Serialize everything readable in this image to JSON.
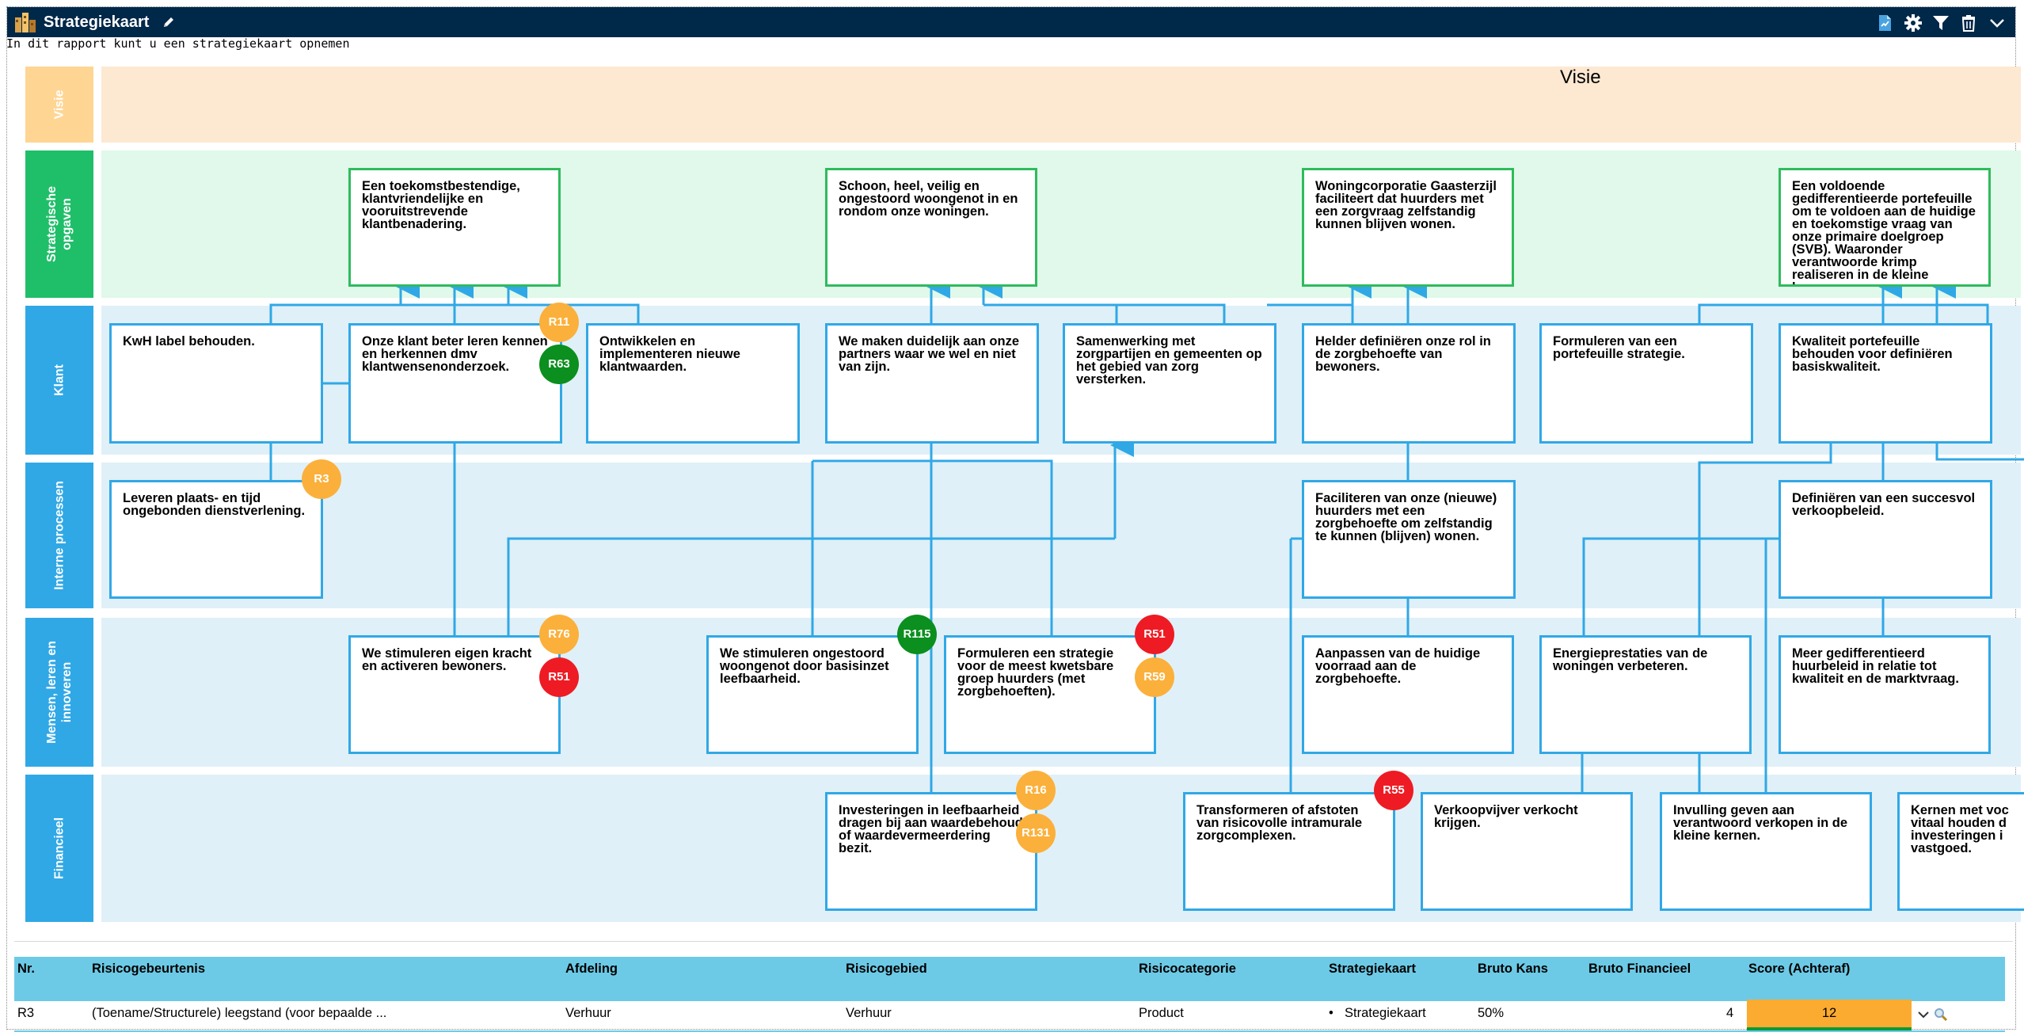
{
  "window": {
    "title": "Strategiekaart",
    "subtitle": "In dit rapport kunt u een strategiekaart opnemen"
  },
  "colors": {
    "titlebar": "#002849",
    "lane_visie": "#ffd593",
    "lane_strategisch": "#1fbf69",
    "lane_blue": "#30a8e6",
    "box_border": "#30a8e6",
    "box_border_goal": "#2fbb5d",
    "risk_orange": "#fbb03b",
    "risk_red": "#ee1b24",
    "risk_green": "#0b8f1e",
    "table_header": "#6dcae6"
  },
  "lanes": {
    "visie": "Visie",
    "strategisch": "Strategische\nopgaven",
    "klant": "Klant",
    "intern": "Interne processen",
    "mensen": "Mensen, leren en\ninnoveren",
    "financieel": "Financieel"
  },
  "vision_title": "Visie",
  "boxes": {
    "s1": "Een toekomstbestendige, klantvriendelijke en vooruitstrevende klantbenadering.",
    "s2": "Schoon, heel, veilig en ongestoord woongenot in en rondom onze woningen.",
    "s3": "Woningcorporatie Gaasterzijl faciliteert dat huurders met een zorgvraag zelfstandig kunnen blijven wonen.",
    "s4": "Een voldoende gedifferentieerde portefeuille om te voldoen aan de huidige en toekomstige vraag van onze primaire doelgroep (SVB). Waaronder verantwoorde krimp realiseren in de kleine kernen.",
    "k1": "KwH label behouden.",
    "k2": "Onze klant beter leren kennen en herkennen dmv klantwensenonderzoek.",
    "k3": "Ontwikkelen en implementeren nieuwe klantwaarden.",
    "k4": "We maken duidelijk aan onze partners waar we wel en niet van zijn.",
    "k5": "Samenwerking met zorgpartijen en gemeenten op het gebied van zorg versterken.",
    "k6": "Helder definiëren onze rol in de zorgbehoefte van bewoners.",
    "k7": "Formuleren van een portefeuille strategie.",
    "k8": "Kwaliteit portefeuille behouden voor definiëren basiskwaliteit.",
    "i1": "Leveren plaats- en tijd ongebonden dienstverlening.",
    "i2": "Faciliteren van onze (nieuwe) huurders met een zorgbehoefte om zelfstandig te kunnen (blijven) wonen.",
    "i3": "Definiëren van een succesvol verkoopbeleid.",
    "m1": "We stimuleren eigen kracht en activeren bewoners.",
    "m2": "We stimuleren ongestoord woongenot door basisinzet leefbaarheid.",
    "m3": "Formuleren een strategie voor de meest kwetsbare groep huurders (met zorgbehoeften).",
    "m4": "Aanpassen van de huidige voorraad aan de zorgbehoefte.",
    "m5": "Energieprestaties van de woningen verbeteren.",
    "m6": "Meer gedifferentieerd huurbeleid in relatie tot kwaliteit en de marktvraag.",
    "f1": "Investeringen in leefbaarheid dragen bij aan waardebehoud of waardevermeerdering bezit.",
    "f2": "Transformeren of afstoten van risicovolle intramurale zorgcomplexen.",
    "f3": "Verkoopvijver verkocht krijgen.",
    "f4": "Invulling geven aan verantwoord verkopen in de kleine kernen.",
    "f5": "Kernen met voc vitaal houden d investeringen i vastgoed."
  },
  "risks": {
    "r11": "R11",
    "r63": "R63",
    "r3": "R3",
    "r76": "R76",
    "r51a": "R51",
    "r115": "R115",
    "r51b": "R51",
    "r59": "R59",
    "r16": "R16",
    "r131": "R131",
    "r55": "R55"
  },
  "table": {
    "headers": {
      "nr": "Nr.",
      "event": "Risicogebeurtenis",
      "dept": "Afdeling",
      "area": "Risicogebied",
      "category": "Risicocategorie",
      "map": "Strategiekaart",
      "gross_prob": "Bruto Kans",
      "gross_fin": "Bruto Financieel",
      "score": "Score (Achteraf)"
    },
    "row": {
      "nr": "R3",
      "event": "(Toename/Structurele) leegstand (voor bepaalde ...",
      "dept": "Verhuur",
      "area": "Verhuur",
      "category": "Product",
      "map": "Strategiekaart",
      "gross_prob": "50%",
      "gross_fin": "4",
      "score": "12"
    }
  },
  "icons": [
    "app-icon",
    "edit-pencil-icon",
    "document-icon",
    "gear-icon",
    "filter-icon",
    "trash-icon",
    "chevron-down-icon",
    "search-icon"
  ]
}
